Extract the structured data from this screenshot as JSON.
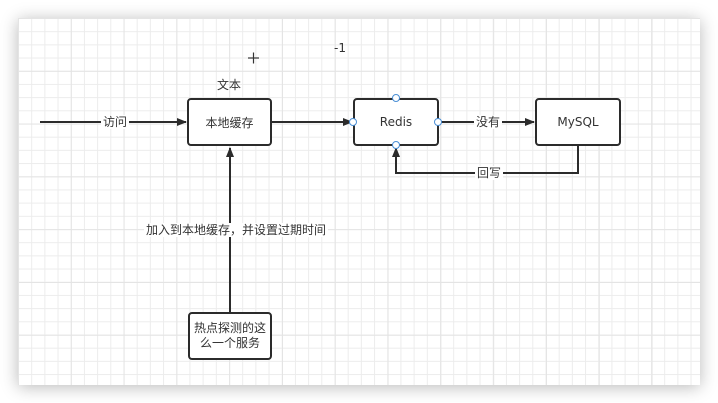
{
  "diagram": {
    "nodes": {
      "local_cache": "本地缓存",
      "redis": "Redis",
      "mysql": "MySQL",
      "hotspot_service": "热点探测的这么一个服务"
    },
    "edges": {
      "access": "访问",
      "not_found": "没有",
      "write_back": "回写",
      "add_to_local_cache": "加入到本地缓存，并设置过期时间"
    },
    "free_text": {
      "text_label": "文本",
      "minus_one": "-1"
    },
    "colors": {
      "stroke": "#2b2b2b",
      "handle": "#4a8fd6",
      "grid": "#ececec",
      "text": "#333333"
    }
  }
}
